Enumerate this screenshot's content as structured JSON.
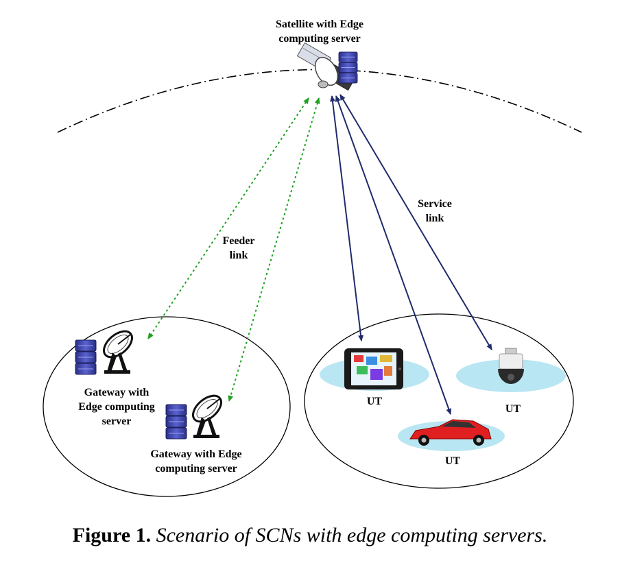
{
  "satellite": {
    "label_line1": "Satellite with Edge",
    "label_line2": "computing server"
  },
  "links": {
    "feeder_line1": "Feeder",
    "feeder_line2": "link",
    "service_line1": "Service",
    "service_line2": "link"
  },
  "gateways": [
    {
      "label_line1": "Gateway with",
      "label_line2": "Edge computing",
      "label_line3": "server"
    },
    {
      "label_line1": "Gateway with Edge",
      "label_line2": "computing server"
    }
  ],
  "user_terminals": [
    {
      "device": "tablet-icon",
      "label": "UT"
    },
    {
      "device": "car-icon",
      "label": "UT"
    },
    {
      "device": "camera-icon",
      "label": "UT"
    }
  ],
  "caption": {
    "number": "Figure 1.",
    "text": "Scenario of SCNs with edge computing servers."
  },
  "colors": {
    "feeder": "#1ea11e",
    "service": "#1f2b6b",
    "pad": "#b8e6f2",
    "server": "#3a3fa0"
  }
}
